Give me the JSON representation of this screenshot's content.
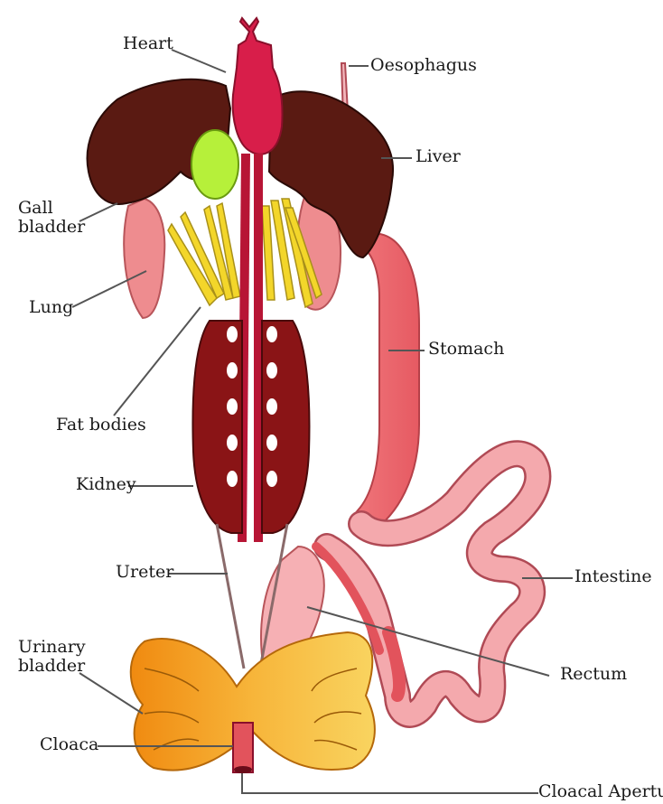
{
  "labels": {
    "heart": "Heart",
    "oesophagus": "Oesophagus",
    "liver": "Liver",
    "gall_bladder_line1": "Gall",
    "gall_bladder_line2": "bladder",
    "lung": "Lung",
    "stomach": "Stomach",
    "fat_bodies": "Fat bodies",
    "kidney": "Kidney",
    "intestine": "Intestine",
    "ureter": "Ureter",
    "urinary_bladder_line1": "Urinary",
    "urinary_bladder_line2": "bladder",
    "rectum": "Rectum",
    "cloaca": "Cloaca",
    "cloacal_aperture": "Cloacal Aperture"
  },
  "colors": {
    "liver": "#5a1a12",
    "heart": "#d81e4a",
    "gall_bladder": "#b6f03a",
    "lung": "#ee8c8f",
    "fat_bodies": "#f3d62a",
    "kidney": "#8a1416",
    "stomach": "#ee6d72",
    "intestine": "#f4a9ad",
    "bladder": "#f6a51e",
    "vessel": "#b71535",
    "leader_line": "#555555"
  }
}
